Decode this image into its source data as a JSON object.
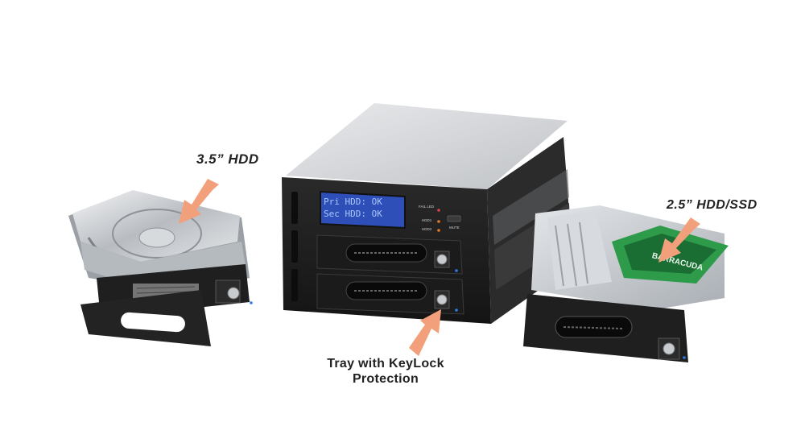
{
  "labels": {
    "hdd35": "3.5” HDD",
    "hdd25": "2.5” HDD/SSD",
    "tray_line1": "Tray with KeyLock",
    "tray_line2": "Protection"
  },
  "lcd": {
    "line1": "Pri HDD: OK",
    "line2": "Sec HDD: OK"
  },
  "panel": {
    "fail_led": "FAIL LED",
    "hdd1": "HDD1",
    "hdd2": "HDD2",
    "mute": "MUTE"
  },
  "ssd_brand": "BARRACUDA",
  "colors": {
    "arrow": "#f2a07b",
    "lcd_bg": "#2f4fb8",
    "lcd_text": "#9fc0ff",
    "metal_dark": "#1e1e1e",
    "steel": "#c9cdd2",
    "drive_green": "#2e9b4a"
  }
}
